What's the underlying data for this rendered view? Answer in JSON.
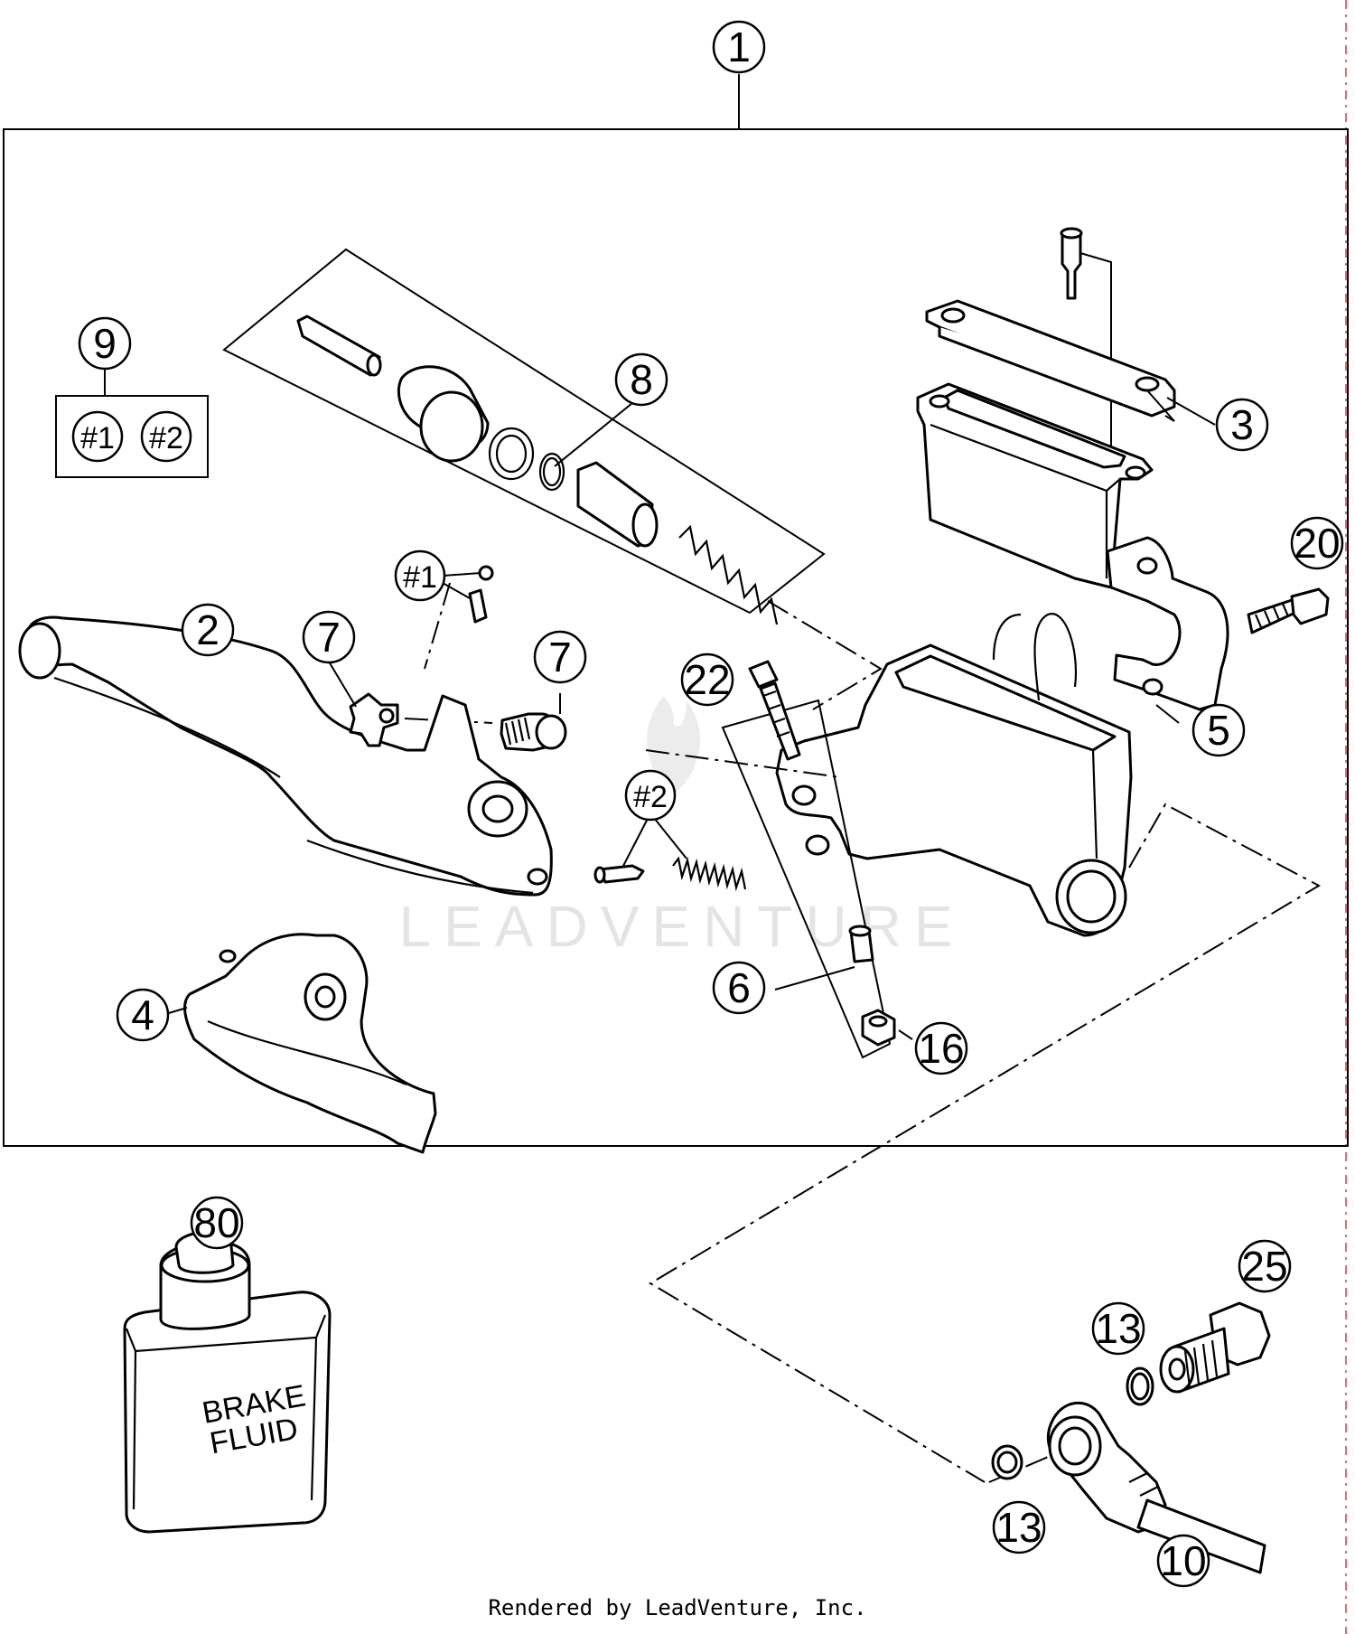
{
  "callouts": {
    "c1": "1",
    "c2": "2",
    "c3": "3",
    "c4": "4",
    "c5": "5",
    "c6": "6",
    "c7a": "7",
    "c7b": "7",
    "c8": "8",
    "c9": "9",
    "c10": "10",
    "c13a": "13",
    "c13b": "13",
    "c16": "16",
    "c20": "20",
    "c22": "22",
    "c25": "25",
    "c80": "80",
    "h1a": "#1",
    "h1b": "#1",
    "h2a": "#2",
    "h2b": "#2"
  },
  "bottle_label": {
    "line1": "BRAKE",
    "line2": "FLUID"
  },
  "watermark": "LEADVENTURE",
  "footer": "Rendered by LeadVenture, Inc."
}
